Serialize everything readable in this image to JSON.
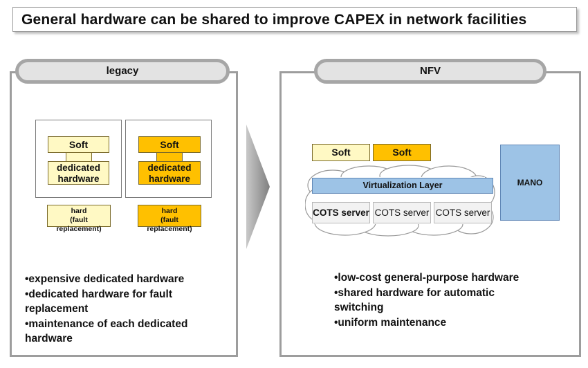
{
  "title": "General hardware can be shared to improve CAPEX in network facilities",
  "legacy": {
    "header": "legacy",
    "systems": [
      {
        "soft": "Soft",
        "hardware_line1": "dedicated",
        "hardware_line2": "hardware",
        "style": "cream"
      },
      {
        "soft": "Soft",
        "hardware_line1": "dedicated",
        "hardware_line2": "hardware",
        "style": "gold"
      }
    ],
    "spares": [
      {
        "line1": "hard",
        "line2": "(fault replacement)",
        "style": "cream"
      },
      {
        "line1": "hard",
        "line2": "(fault replacement)",
        "style": "gold"
      }
    ],
    "bullets": [
      "•expensive dedicated hardware",
      "•dedicated hardware for fault\nreplacement",
      "•maintenance of each dedicated\nhardware"
    ]
  },
  "nfv": {
    "header": "NFV",
    "soft1": "Soft",
    "soft2": "Soft",
    "virtualization_layer": "Virtualization Layer",
    "cots": [
      "COTS server",
      "COTS server",
      "COTS server"
    ],
    "mano": "MANO",
    "bullets": [
      "•low-cost general-purpose hardware",
      "•shared hardware for automatic\nswitching",
      "•uniform maintenance"
    ]
  },
  "colors": {
    "cream": "#fff9c4",
    "gold": "#ffc000",
    "blue": "#9dc3e6",
    "panel_border": "#9d9d9d",
    "pill_fill": "#e3e3e3"
  }
}
